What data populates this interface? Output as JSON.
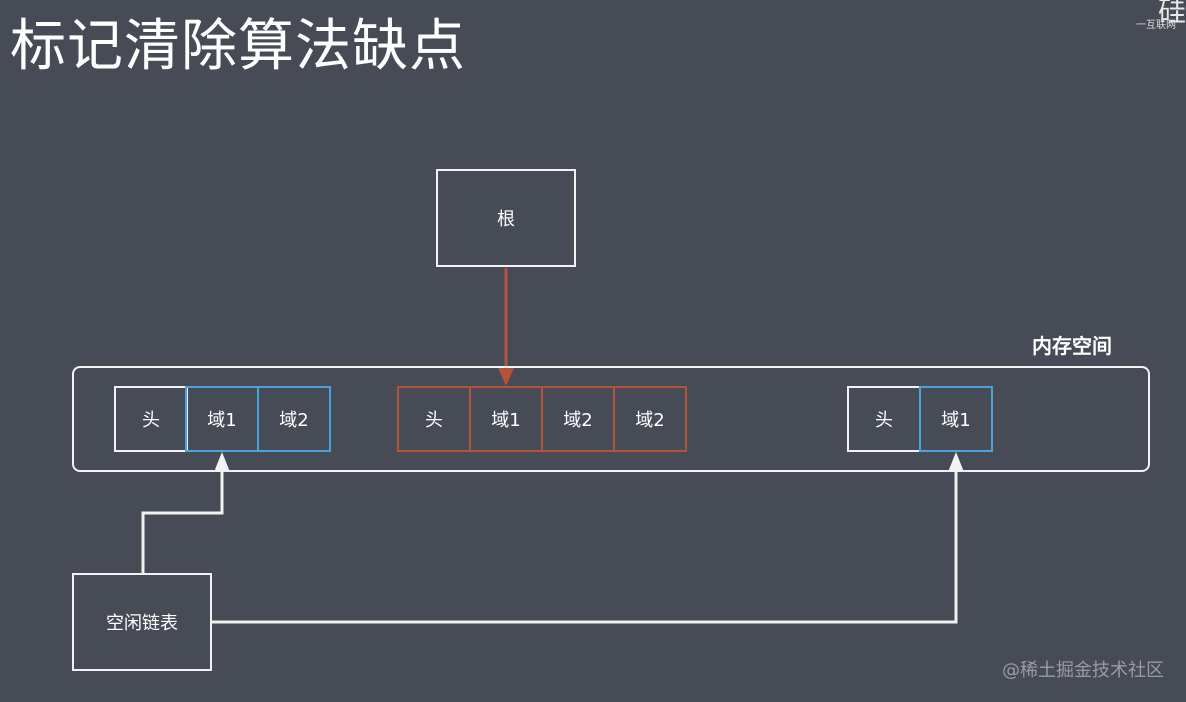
{
  "title": "标记清除算法缺点",
  "corner": {
    "logo": "硅",
    "sub": "一互联网"
  },
  "root_label": "根",
  "memory_label": "内存空间",
  "blocks": {
    "b1": {
      "head": "头",
      "f1": "域1",
      "f2": "域2"
    },
    "b2": {
      "head": "头",
      "f1": "域1",
      "f2": "域2",
      "f3": "域2"
    },
    "b3": {
      "head": "头",
      "f1": "域1"
    }
  },
  "free_list_label": "空闲链表",
  "watermark": "@稀土掘金技术社区",
  "colors": {
    "background": "#474b56",
    "white_border": "#f2f2f2",
    "blue_border": "#4aa3dc",
    "red_border": "#b5533a"
  }
}
